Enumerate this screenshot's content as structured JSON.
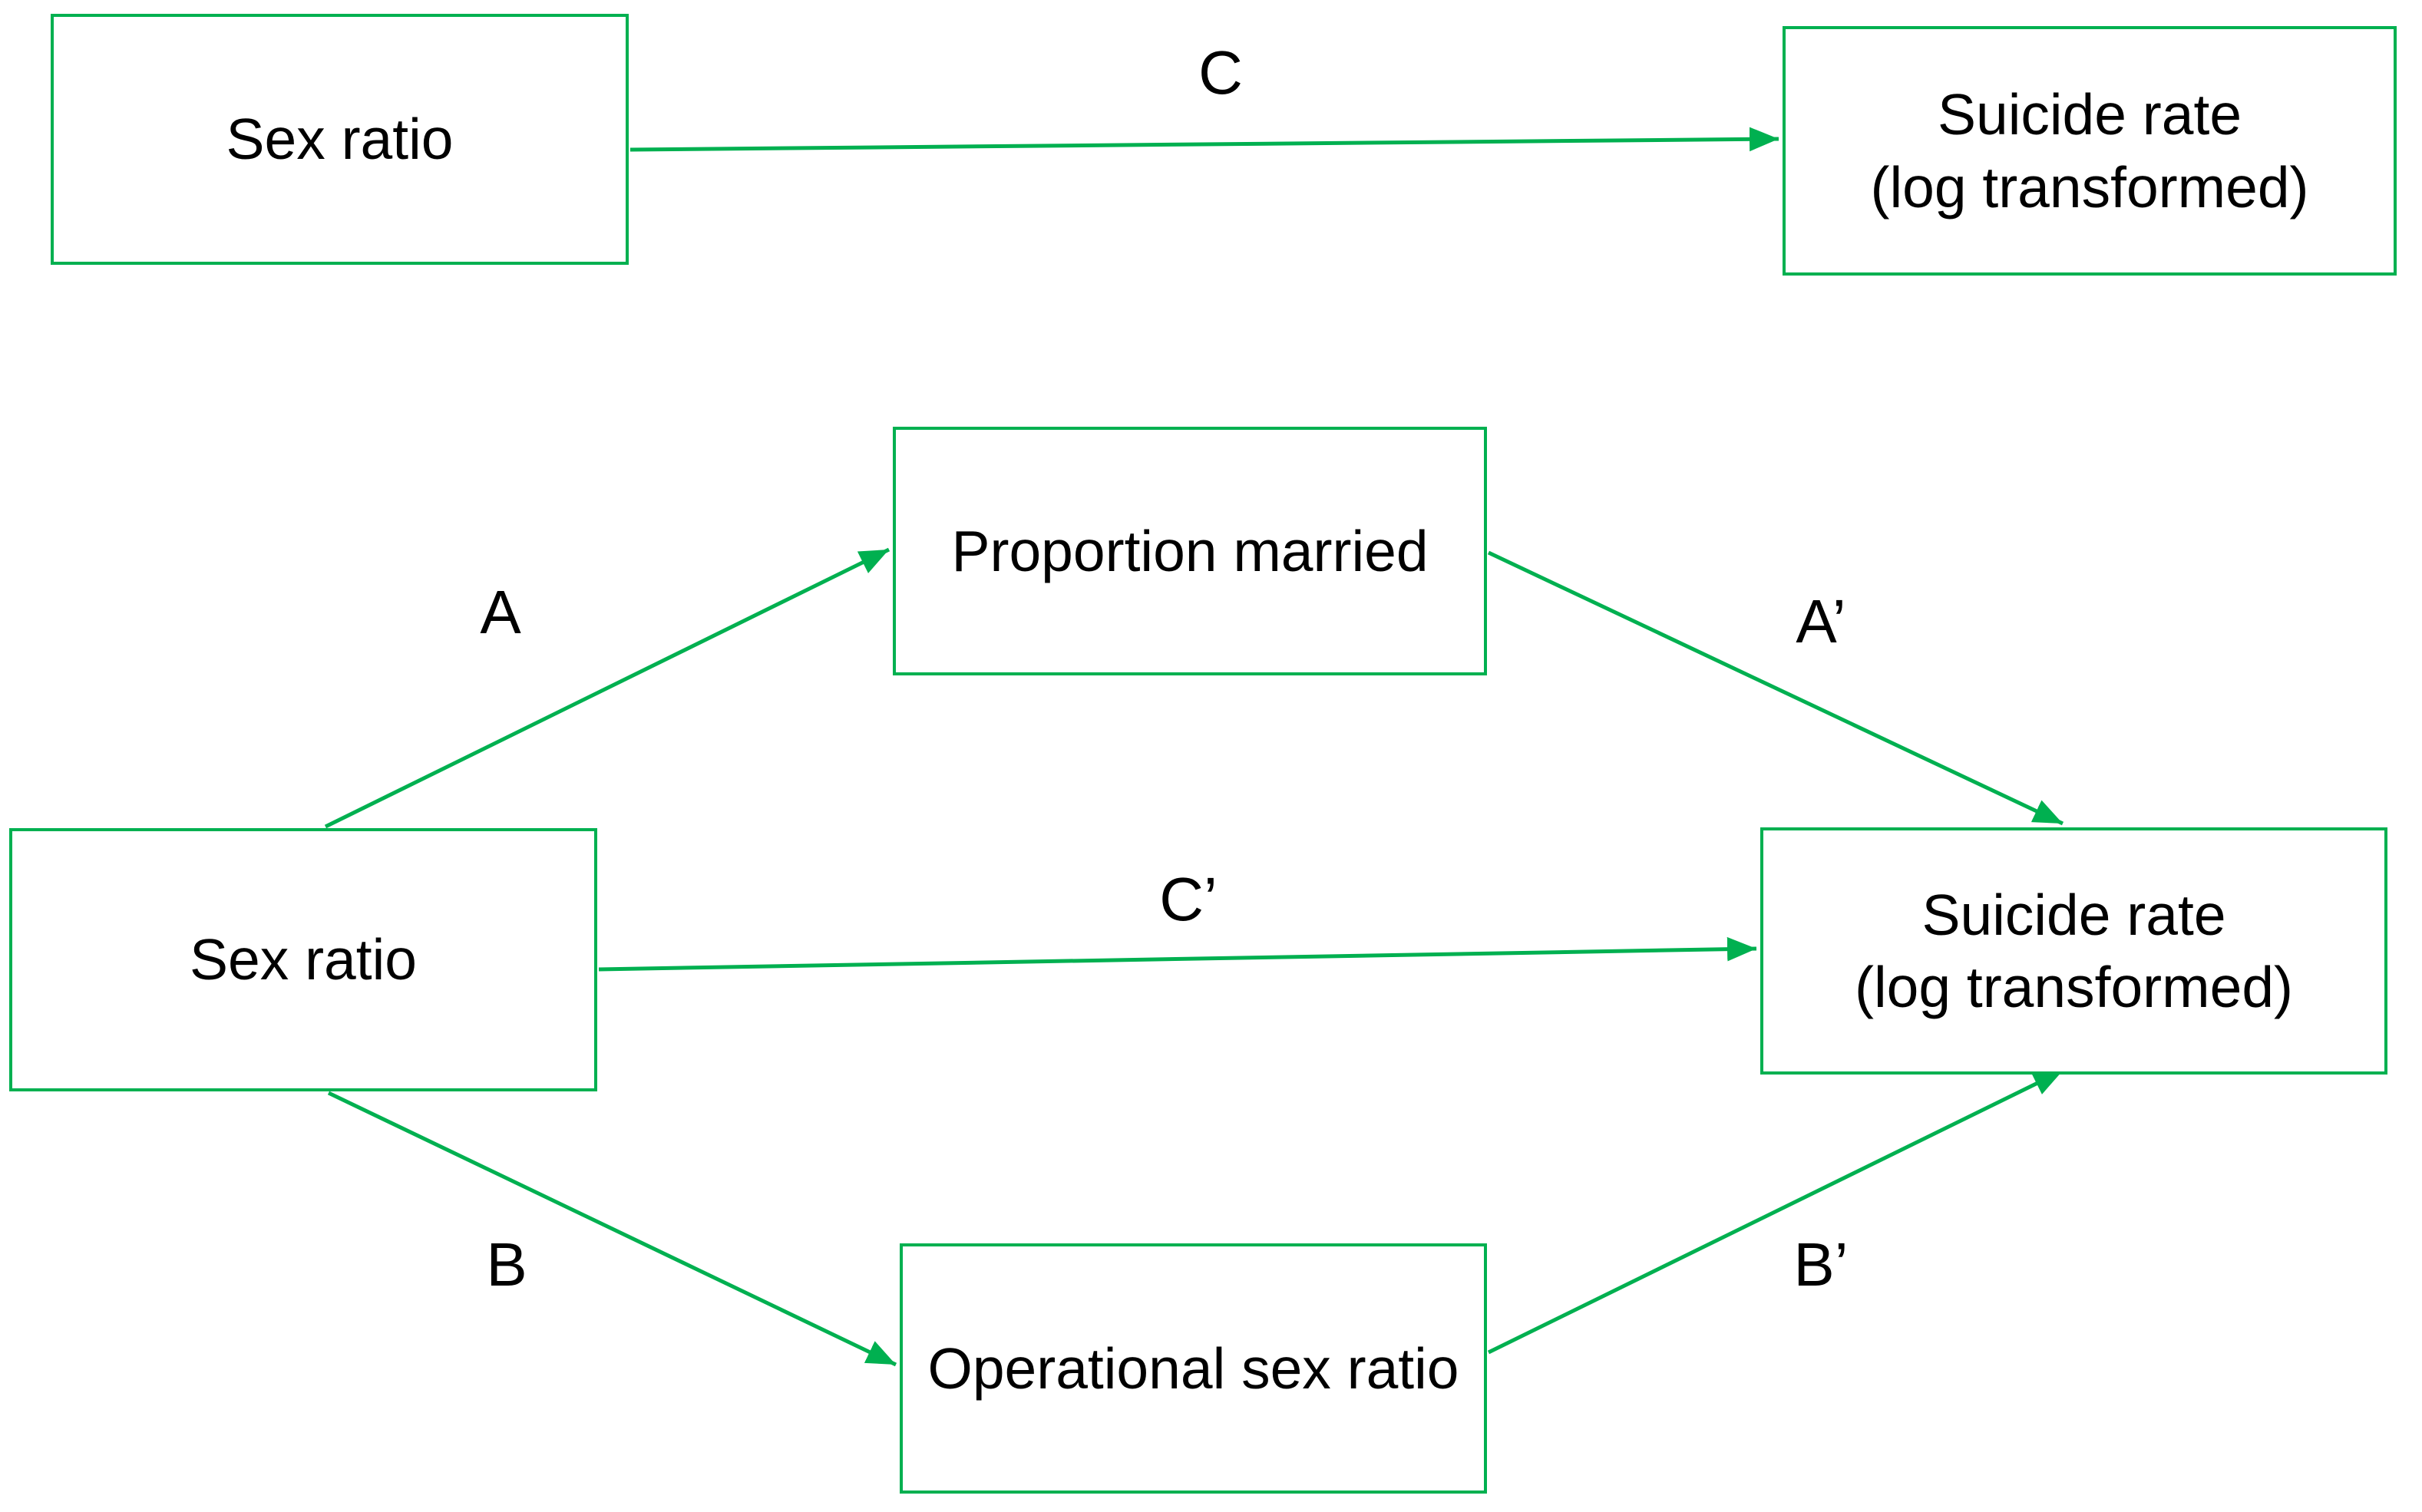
{
  "colors": {
    "accent": "#00B050",
    "text": "#000000",
    "background": "#FFFFFF"
  },
  "total_effect_model": {
    "predictor_label": "Sex ratio",
    "outcome_line1": "Suicide rate",
    "outcome_line2": "(log transformed)",
    "path_c_label": "C"
  },
  "mediation_model": {
    "predictor_label": "Sex ratio",
    "mediator1_label": "Proportion married",
    "mediator2_label": "Operational sex ratio",
    "outcome_line1": "Suicide rate",
    "outcome_line2": "(log transformed)",
    "path_a_label": "A",
    "path_a_prime_label": "A’",
    "path_b_label": "B",
    "path_b_prime_label": "B’",
    "path_c_prime_label": "C’"
  }
}
